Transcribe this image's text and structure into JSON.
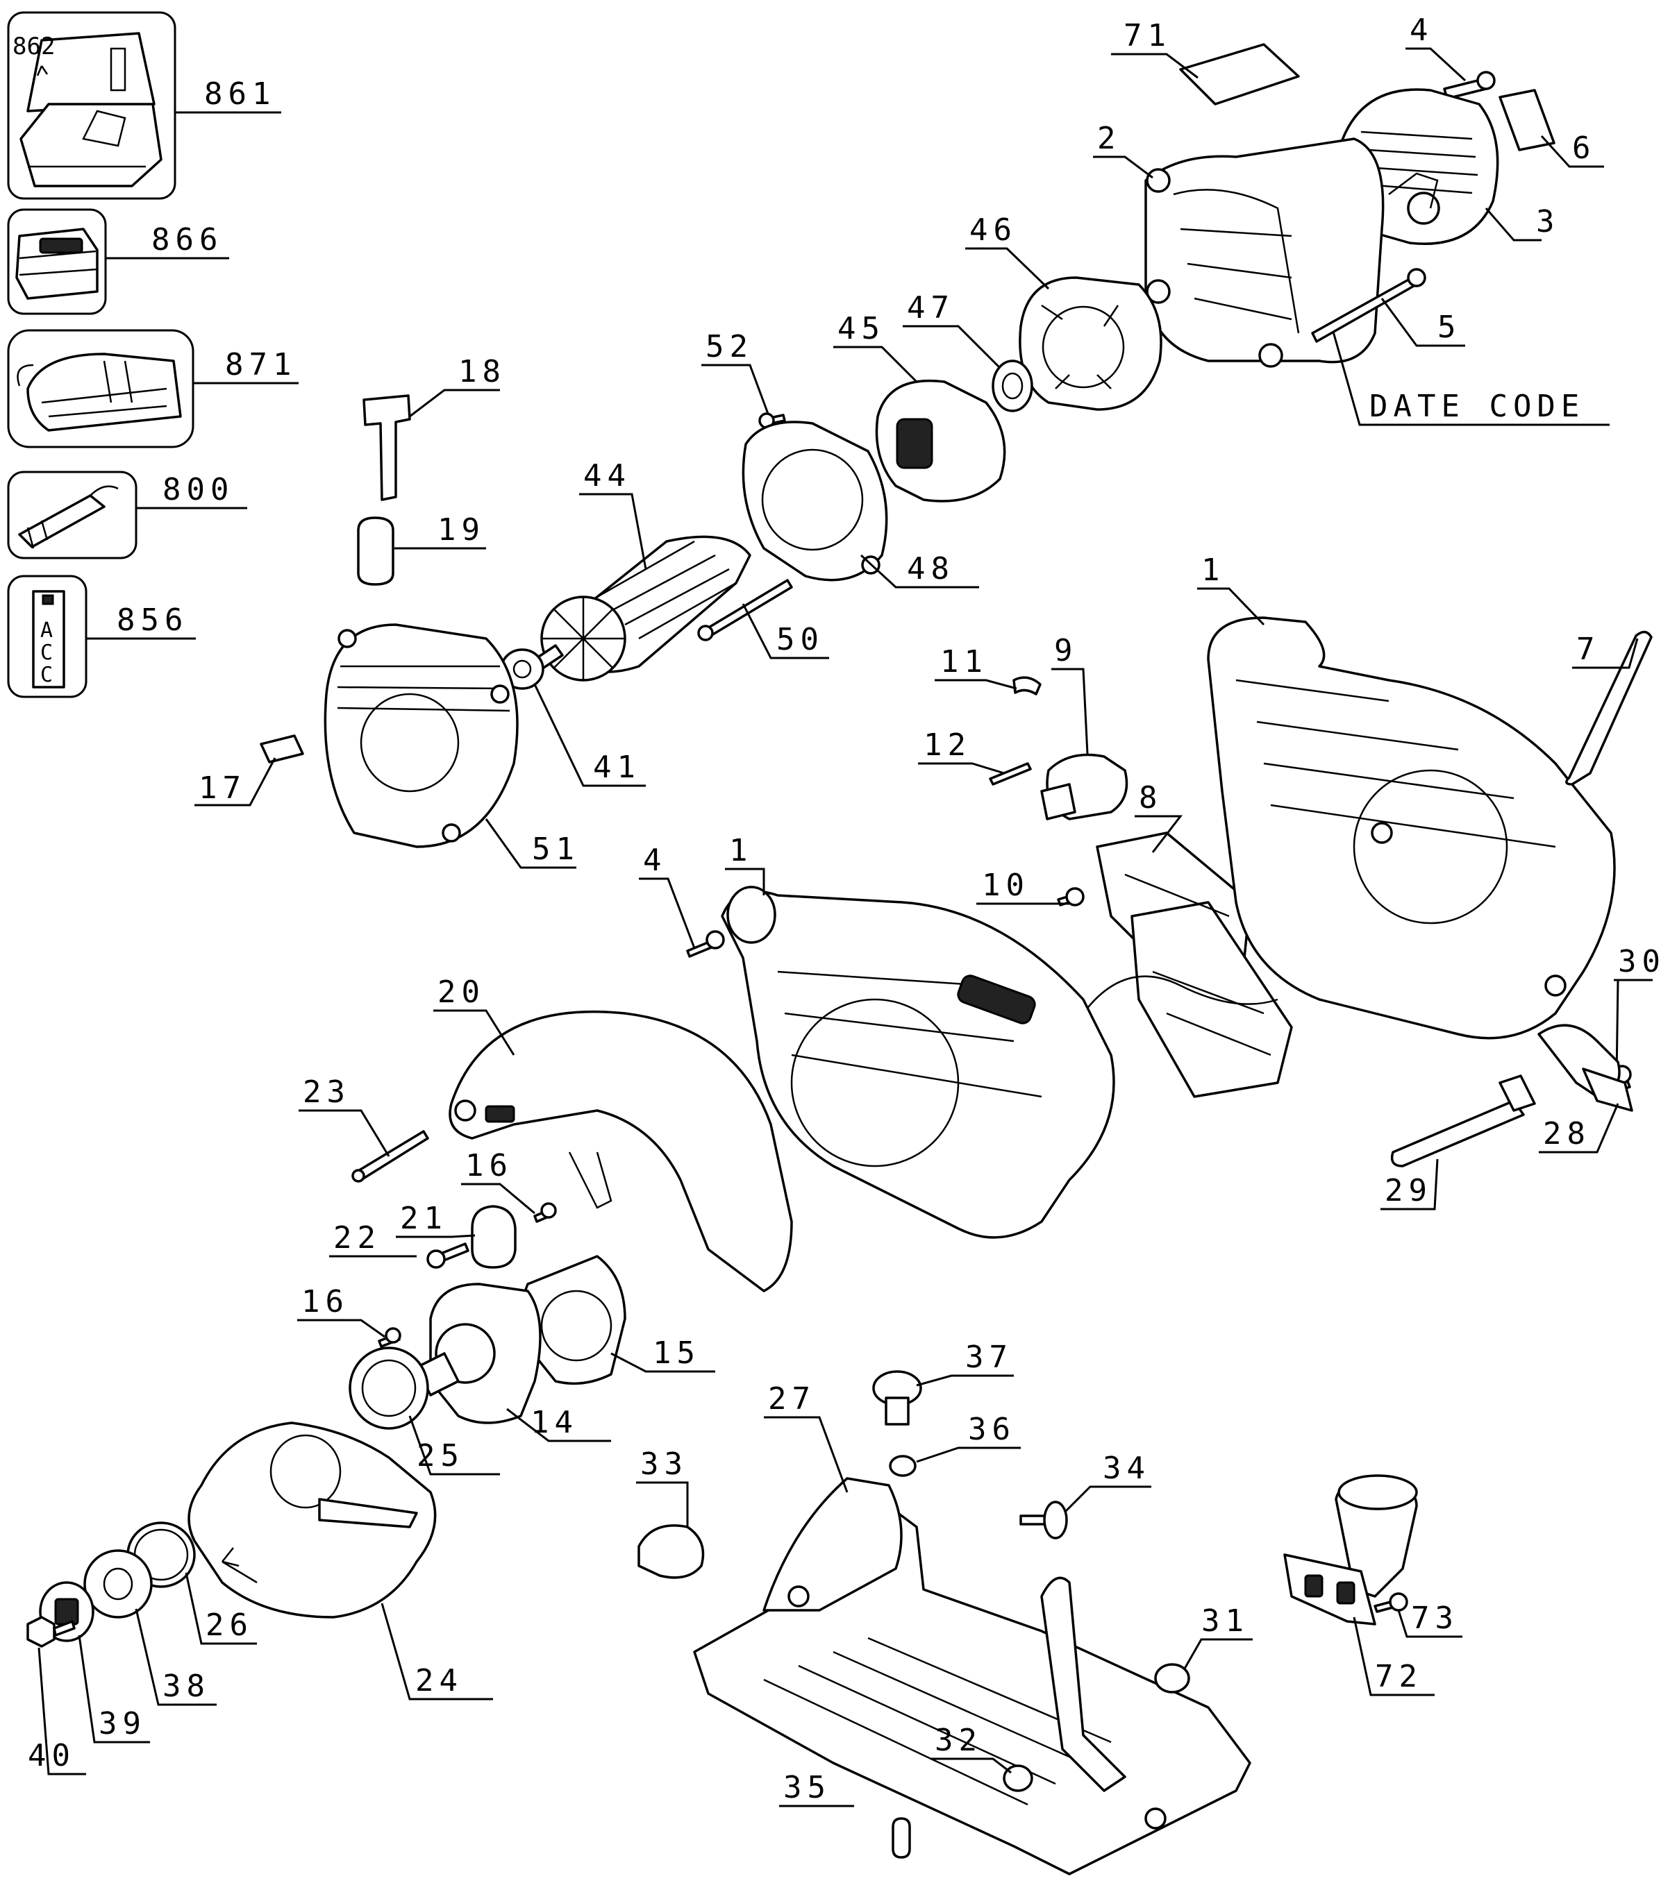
{
  "callouts": {
    "c71": "71",
    "c4a": "4",
    "c6": "6",
    "c2": "2",
    "c3": "3",
    "c46": "46",
    "c5": "5",
    "c47": "47",
    "c45": "45",
    "c52": "52",
    "date_code": "DATE CODE",
    "c18": "18",
    "c19": "19",
    "c44": "44",
    "c48": "48",
    "c50": "50",
    "c41": "41",
    "c17": "17",
    "c51": "51",
    "c11": "11",
    "c9": "9",
    "c12": "12",
    "c1a": "1",
    "c1b": "1",
    "c7": "7",
    "c8": "8",
    "c10": "10",
    "c4b": "4",
    "c30": "30",
    "c28": "28",
    "c29": "29",
    "c20": "20",
    "c23": "23",
    "c16a": "16",
    "c21": "21",
    "c22": "22",
    "c15": "15",
    "c16b": "16",
    "c14": "14",
    "c25": "25",
    "c37": "37",
    "c36": "36",
    "c27": "27",
    "c34": "34",
    "c33": "33",
    "c73": "73",
    "c72": "72",
    "c31": "31",
    "c32": "32",
    "c35": "35",
    "c24": "24",
    "c26": "26",
    "c38": "38",
    "c39": "39",
    "c40": "40"
  },
  "accessories": {
    "a862": "862",
    "a861": "861",
    "a866": "866",
    "a871": "871",
    "a800": "800",
    "a856": "856",
    "acc_tag_1": "A",
    "acc_tag_2": "C",
    "acc_tag_3": "C"
  }
}
